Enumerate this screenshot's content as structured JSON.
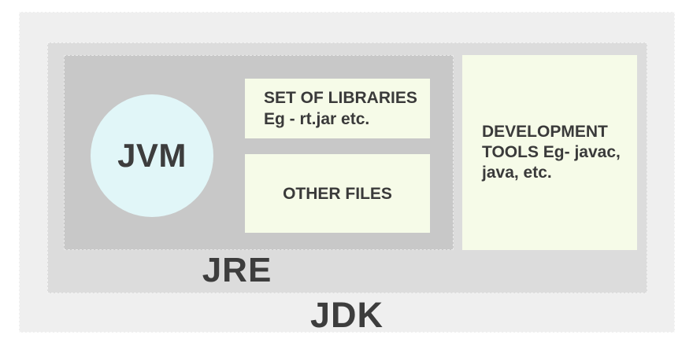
{
  "diagram": {
    "jdk_label": "JDK",
    "jre_label": "JRE",
    "jvm_label": "JVM",
    "set_of_libraries_lines": [
      "SET OF LIBRARIES",
      "Eg - rt.jar etc."
    ],
    "other_files_label": "OTHER FILES",
    "development_tools_lines": [
      "DEVELOPMENT",
      "TOOLS Eg- javac,",
      "java, etc."
    ]
  },
  "colors": {
    "page_background": "#ffffff",
    "jdk_box": "#efefef",
    "jre_box": "#dcdcdc",
    "jre_core_box": "#c8c8c8",
    "component_box": "#f6fbe8",
    "jvm_circle": "#e1f6f8",
    "text": "#3d3d3d"
  }
}
